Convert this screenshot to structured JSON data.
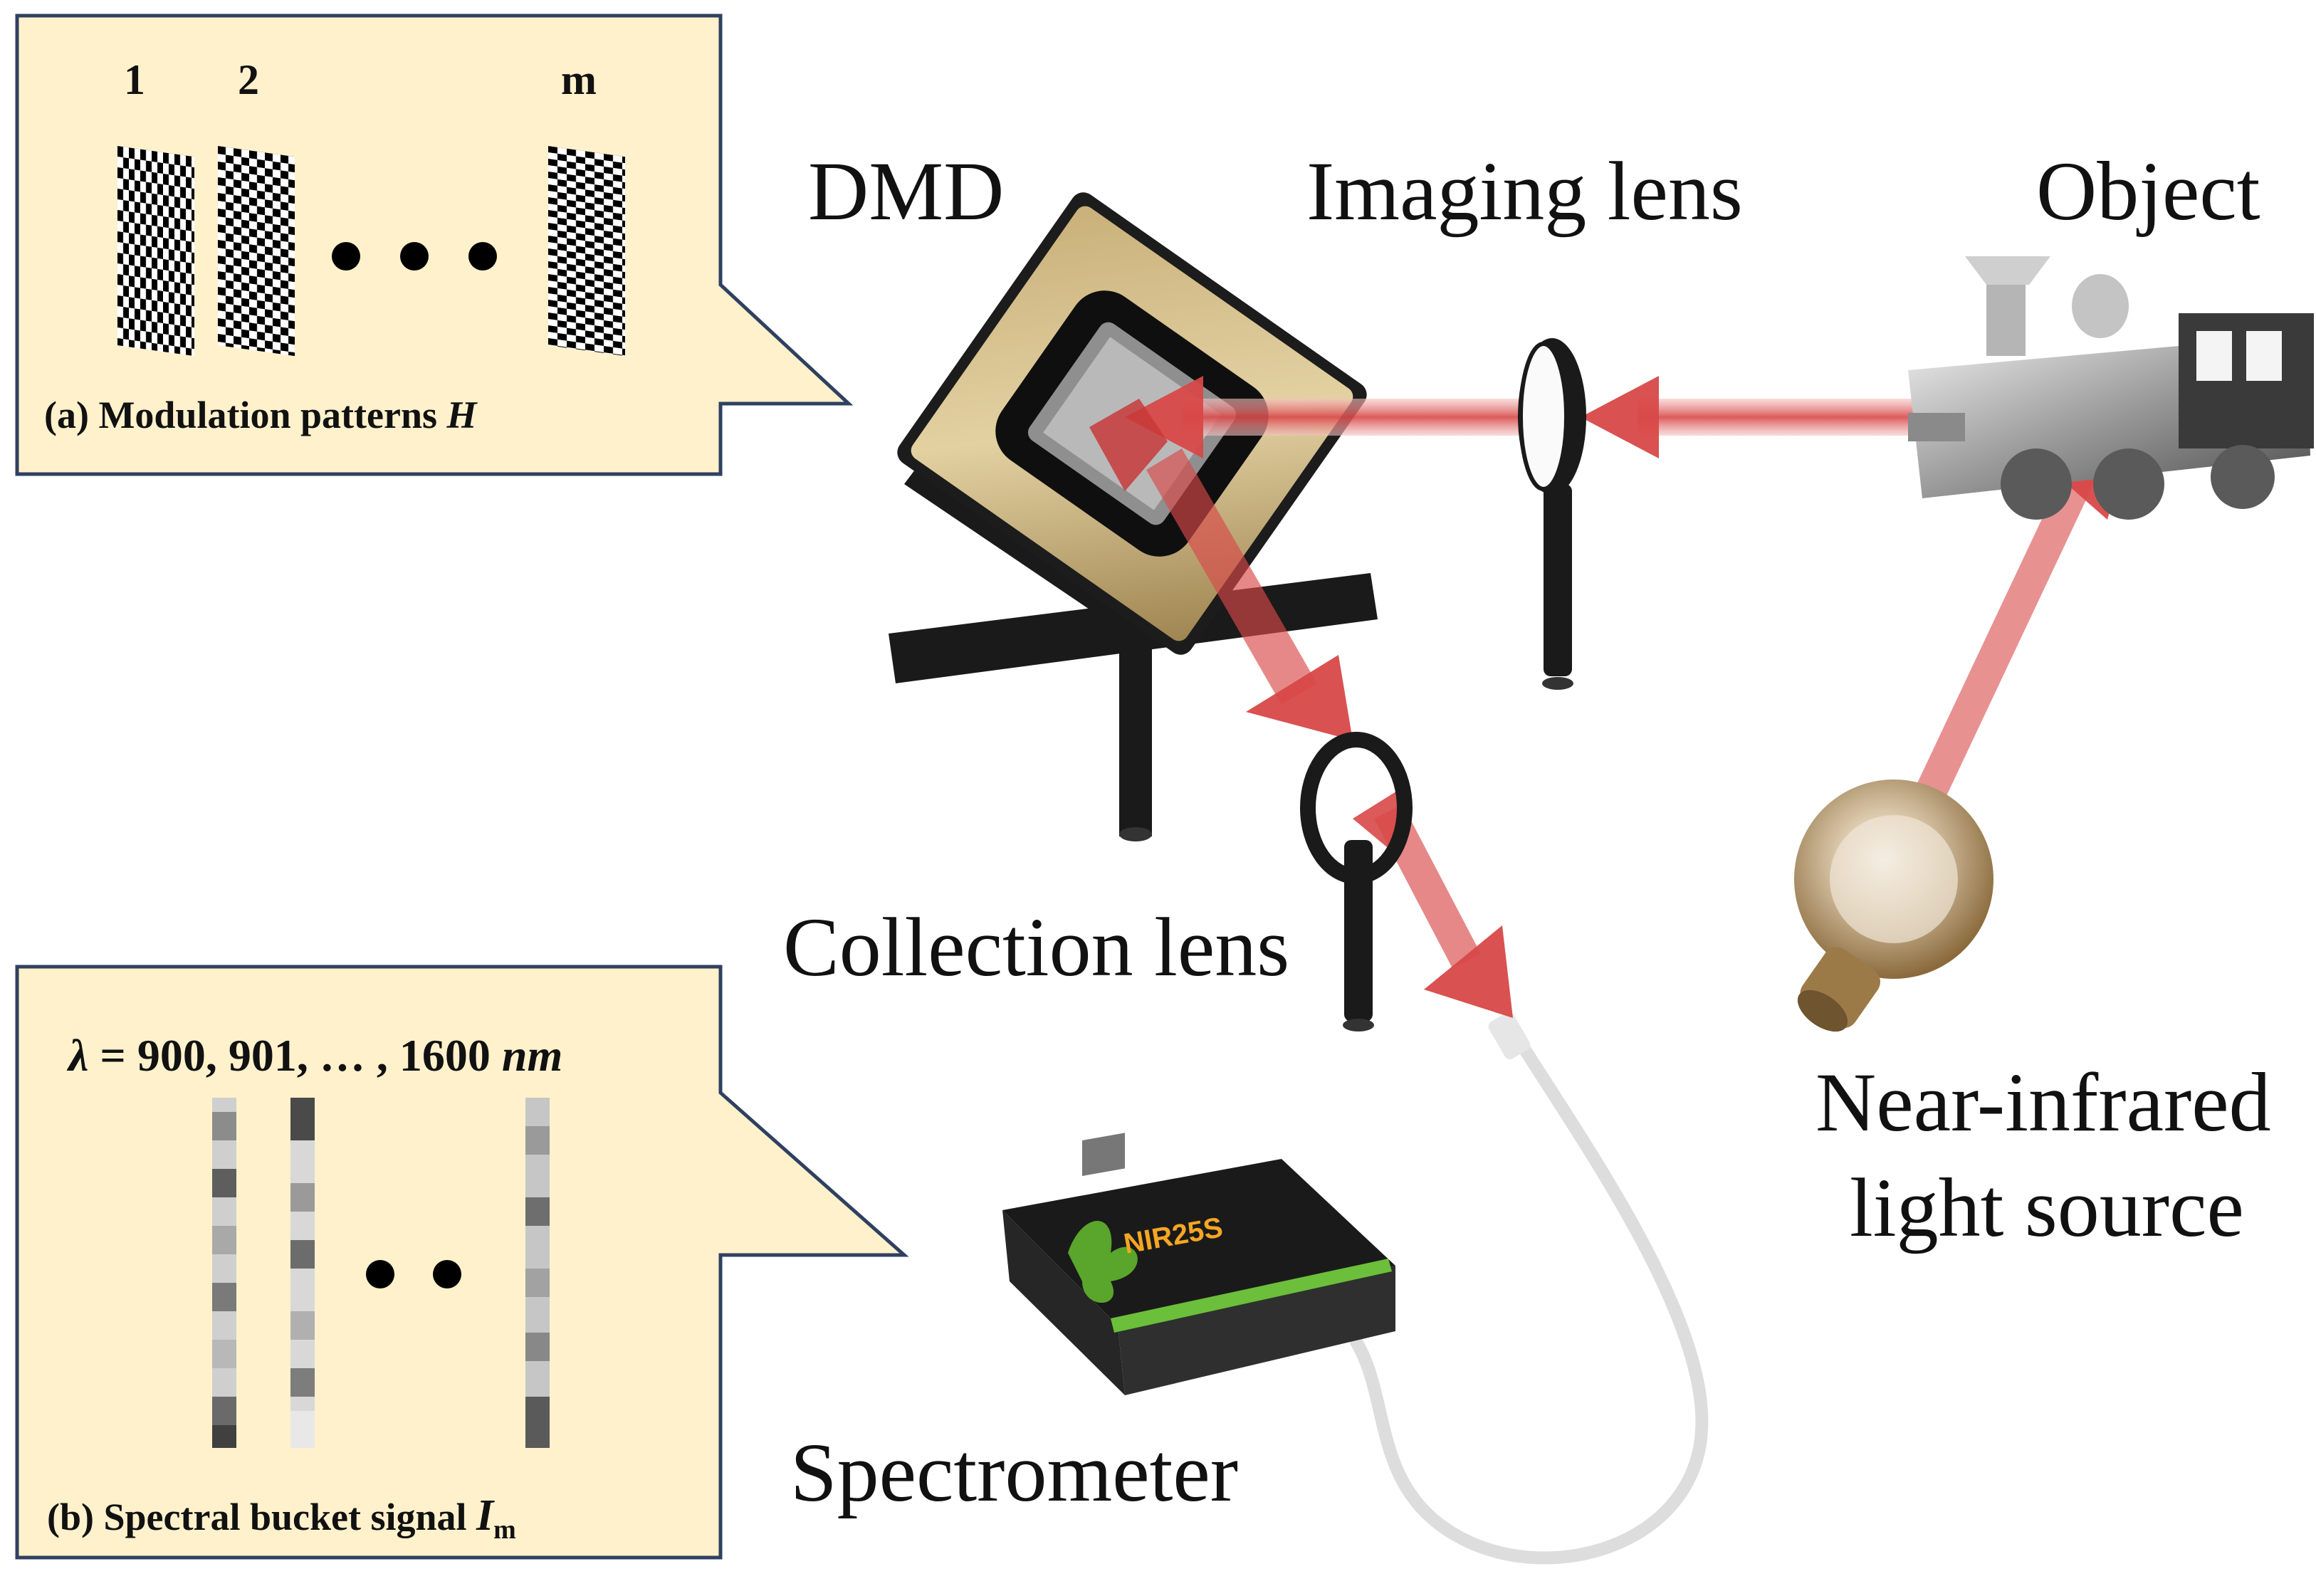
{
  "labels": {
    "dmd": "DMD",
    "imaging_lens": "Imaging lens",
    "object": "Object",
    "collection_lens": "Collection lens",
    "nir_source_line1": "Near-infrared",
    "nir_source_line2": "light source",
    "spectrometer": "Spectrometer"
  },
  "callout_a": {
    "pattern_indices": [
      "1",
      "2",
      "m"
    ],
    "caption_prefix": "(a) Modulation patterns ",
    "caption_symbol": "H"
  },
  "callout_b": {
    "formula_symbol": "λ",
    "formula_values": " = 900, 901, … , 1600 ",
    "formula_unit": "nm",
    "caption_prefix": "(b)  Spectral bucket signal ",
    "caption_symbol": "I",
    "caption_subscript": "m"
  },
  "spectrometer_brand": "NIR25S",
  "colors": {
    "callout_fill": "#fff1cc",
    "callout_border": "#2f4060",
    "beam": "#d94b4b",
    "mount": "#1a1a1a"
  }
}
